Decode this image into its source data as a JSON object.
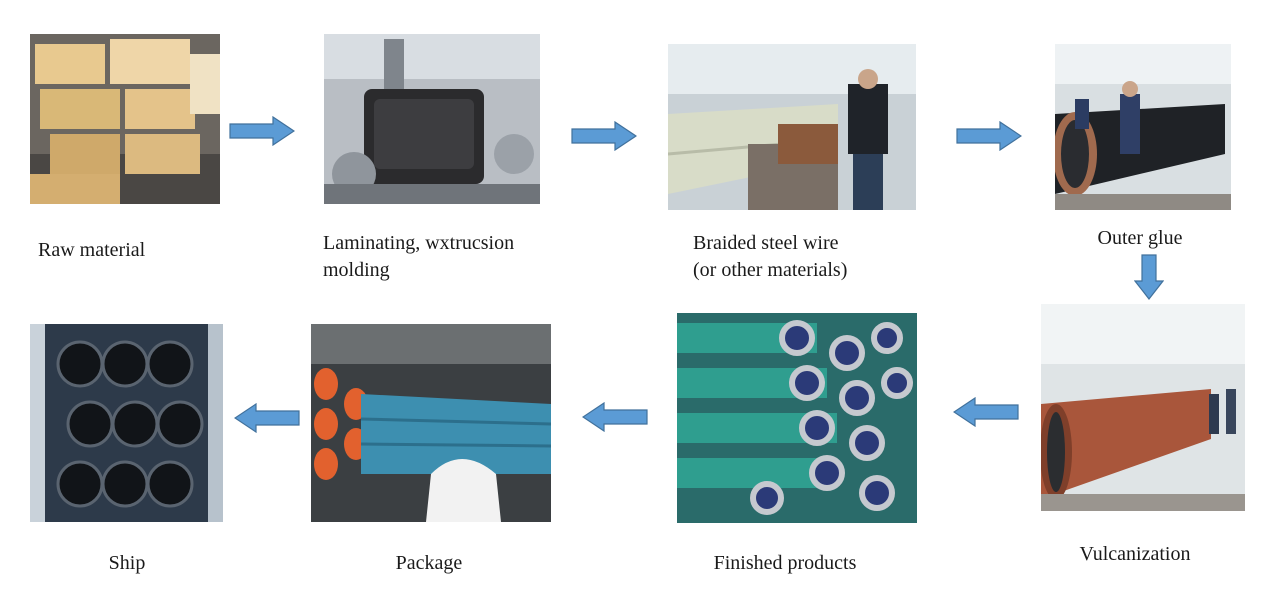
{
  "steps": [
    {
      "id": "raw-material",
      "label": "Raw material"
    },
    {
      "id": "laminating",
      "label_line1": "Laminating, wxtrucsion",
      "label_line2": "molding"
    },
    {
      "id": "braided",
      "label_line1": "Braided steel wire",
      "label_line2": "(or other materials)"
    },
    {
      "id": "outer-glue",
      "label": "Outer glue"
    },
    {
      "id": "vulcanization",
      "label": "Vulcanization"
    },
    {
      "id": "finished",
      "label": "Finished products"
    },
    {
      "id": "package",
      "label": "Package"
    },
    {
      "id": "ship",
      "label": "Ship"
    }
  ],
  "colors": {
    "arrow_fill": "#5b9bd5",
    "arrow_stroke": "#41719c",
    "label_text": "#1a1a1a"
  }
}
